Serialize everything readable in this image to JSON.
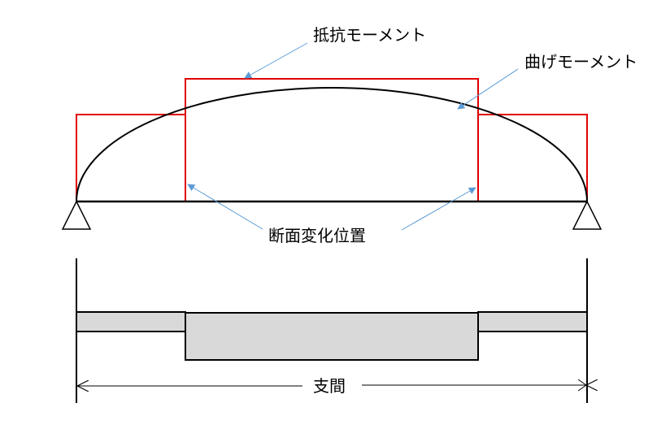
{
  "labels": {
    "resisting_moment": "抵抗モーメント",
    "bending_moment": "曲げモーメント",
    "section_change_position": "断面変化位置",
    "span": "支間"
  },
  "colors": {
    "resisting_moment_line": "#e00000",
    "bending_moment_line": "#000000",
    "leader_arrow": "#5b9bd5",
    "beam_fill": "#d9d9d9"
  }
}
